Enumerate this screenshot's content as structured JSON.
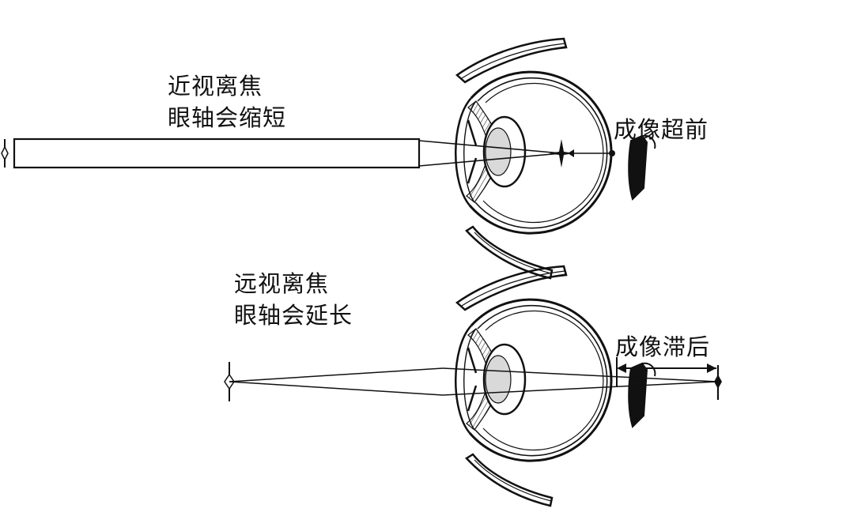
{
  "diagram": {
    "myopia": {
      "caption_line1": "近视离焦",
      "caption_line2": "眼轴会缩短",
      "image_label": "成像超前"
    },
    "hyperopia": {
      "caption_line1": "远视离焦",
      "caption_line2": "眼轴会延长",
      "image_label": "成像滞后"
    },
    "colors": {
      "ink": "#111111",
      "background": "#ffffff",
      "lens_shade": "#d9d9d9"
    }
  }
}
